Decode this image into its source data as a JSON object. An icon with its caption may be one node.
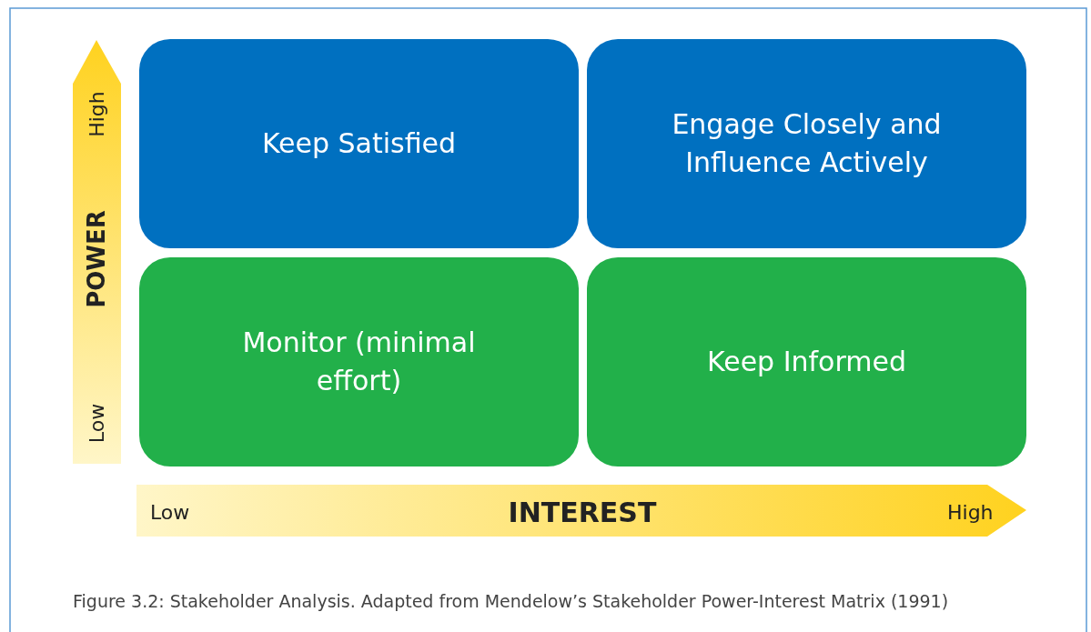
{
  "diagram": {
    "caption": "Figure 3.2: Stakeholder Analysis. Adapted from Mendelow’s Stakeholder Power-Interest Matrix (1991)",
    "nodes": [
      {
        "text": [
          "Keep Satisfied"
        ]
      },
      {
        "text": [
          "Engage Closely and Influence Actively"
        ]
      },
      {
        "text": [
          "Monitor (minimal effort)"
        ]
      },
      {
        "text": [
          "Keep Informed"
        ]
      }
    ],
    "labels": [
      "High",
      "POWER",
      "Low",
      "Low",
      "INTEREST",
      "High"
    ]
  }
}
